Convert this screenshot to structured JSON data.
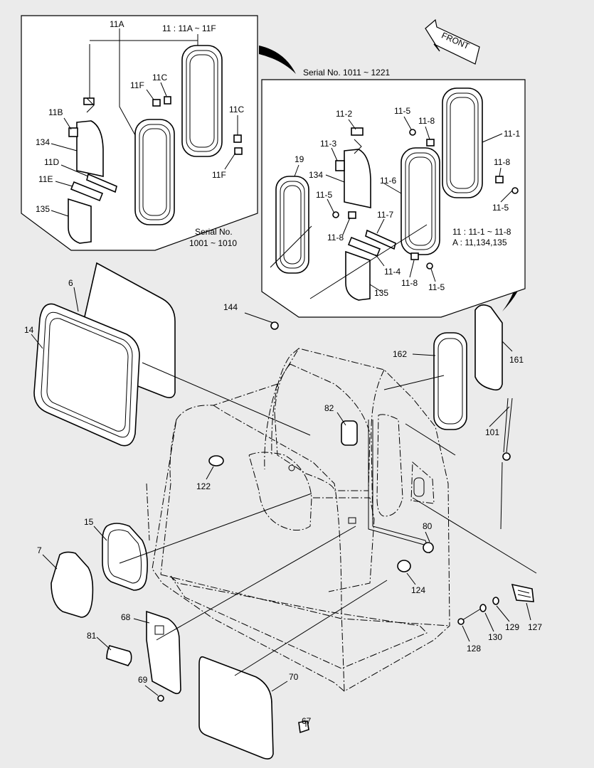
{
  "front_label": "FRONT",
  "inset_a": {
    "title": "11 : 11A ~ 11F",
    "serial_line1": "Serial No.",
    "serial_line2": "1001 ~ 1010",
    "labels": [
      "11A",
      "11C",
      "11F",
      "11C",
      "11B",
      "134",
      "11D",
      "11E",
      "135",
      "11F"
    ]
  },
  "inset_b": {
    "title": "Serial No. 1011 ~ 1221",
    "note_line1": "11 : 11-1 ~ 11-8",
    "note_line2": "A : 11,134,135",
    "labels": [
      "11-2",
      "11-5",
      "11-8",
      "11-1",
      "11-3",
      "19",
      "134",
      "11-6",
      "11-8",
      "11-5",
      "11-5",
      "11-7",
      "11-8",
      "11-4",
      "11-8",
      "11-5",
      "135"
    ]
  },
  "main_labels": [
    "6",
    "14",
    "144",
    "162",
    "161",
    "82",
    "101",
    "122",
    "15",
    "80",
    "7",
    "124",
    "68",
    "81",
    "69",
    "70",
    "67",
    "128",
    "130",
    "129",
    "127"
  ]
}
